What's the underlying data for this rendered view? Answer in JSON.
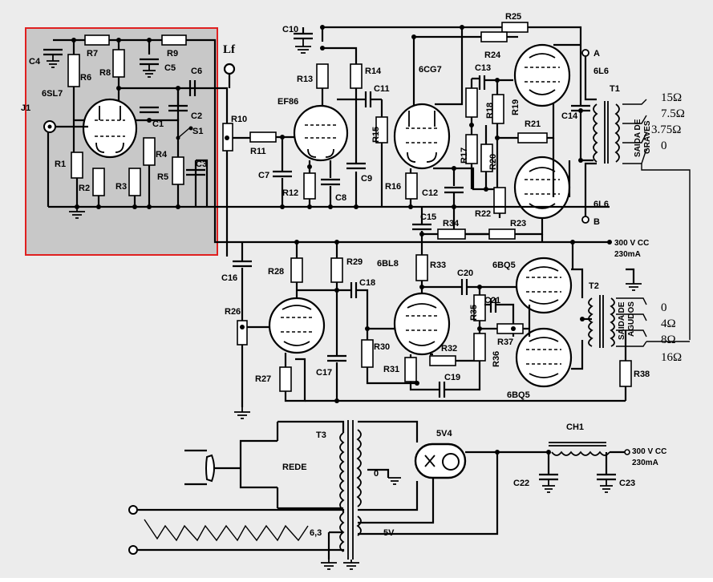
{
  "colors": {
    "highlight_fill": "#c8c8c8",
    "highlight_border": "#e02020",
    "ink": "#000000",
    "paper": "#ececec"
  },
  "labels": {
    "tube_6sl7": "6SL7",
    "tube_ef86": "EF86",
    "tube_6cg7": "6CG7",
    "tube_6l6_top": "6L6",
    "tube_6l6_bottom": "6L6",
    "tube_6bl8": "6BL8",
    "tube_6bq5_top": "6BQ5",
    "tube_6bq5_bottom": "6BQ5",
    "tube_5v4": "5V4",
    "j1": "J1",
    "lf": "Lf",
    "s1": "S1",
    "c1": "C1",
    "c2": "C2",
    "c3": "C3",
    "c4": "C4",
    "c5": "C5",
    "c6": "C6",
    "c7": "C7",
    "c8": "C8",
    "c9": "C9",
    "c10": "C10",
    "c11": "C11",
    "c12": "C12",
    "c13": "C13",
    "c14": "C14",
    "c15": "C15",
    "c16": "C16",
    "c17": "C17",
    "c18": "C18",
    "c19": "C19",
    "c20": "C20",
    "c21": "C21",
    "c22": "C22",
    "c23": "C23",
    "r1": "R1",
    "r2": "R2",
    "r3": "R3",
    "r4": "R4",
    "r5": "R5",
    "r6": "R6",
    "r7": "R7",
    "r8": "R8",
    "r9": "R9",
    "r10": "R10",
    "r11": "R11",
    "r12": "R12",
    "r13": "R13",
    "r14": "R14",
    "r15": "R15",
    "r16": "R16",
    "r17": "R17",
    "r18": "R18",
    "r19": "R19",
    "r20": "R20",
    "r21": "R21",
    "r22": "R22",
    "r23": "R23",
    "r24": "R24",
    "r25": "R25",
    "r26": "R26",
    "r27": "R27",
    "r28": "R28",
    "r29": "R29",
    "r30": "R30",
    "r31": "R31",
    "r32": "R32",
    "r33": "R33",
    "r34": "R34",
    "r35": "R35",
    "r36": "R36",
    "r37": "R37",
    "r38": "R38",
    "t1": "T1",
    "t2": "T2",
    "t3": "T3",
    "ch1": "CH1",
    "point_a": "A",
    "point_b": "B",
    "saida_graves_1": "SAIDA DE",
    "saida_graves_2": "GRAVES",
    "saida_agudos_1": "SAIDA DE",
    "saida_agudos_2": "AGUDOS",
    "imp_graves_15": "15Ω",
    "imp_graves_75": "7.5Ω",
    "imp_graves_375": "3.75Ω",
    "imp_graves_0": "0",
    "imp_agudos_0": "0",
    "imp_agudos_4": "4Ω",
    "imp_agudos_8": "8Ω",
    "imp_agudos_16": "16Ω",
    "b_plus_1": "300 V CC",
    "b_plus_1_current": "230mA",
    "b_plus_2": "300 V CC",
    "b_plus_2_current": "230mA",
    "rede": "REDE",
    "tap_0": "0",
    "tap_63": "6,3",
    "tap_5v": "5V"
  }
}
